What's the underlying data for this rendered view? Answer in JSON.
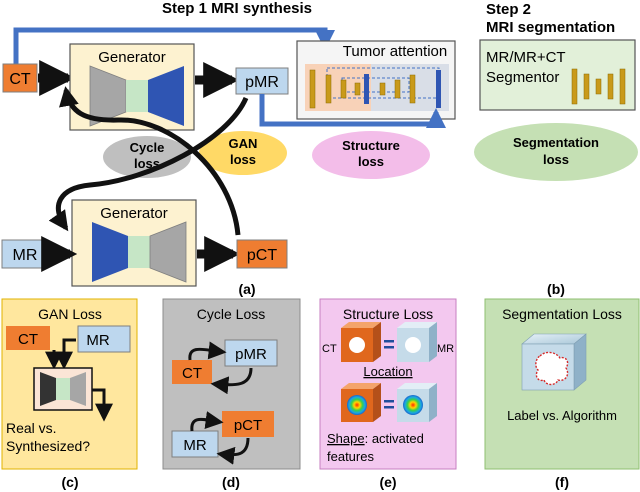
{
  "top": {
    "step1_title": "Step 1 MRI synthesis",
    "step2_title_line1": "Step 2",
    "step2_title_line2": "MRI segmentation",
    "ct": "CT",
    "mr": "MR",
    "generator": "Generator",
    "pmr": "pMR",
    "pct": "pCT",
    "tumor_attention": "Tumor attention",
    "cycle_loss": [
      "Cycle",
      "loss"
    ],
    "gan_loss": [
      "GAN",
      "loss"
    ],
    "structure_loss": [
      "Structure",
      "loss"
    ],
    "segmentor_line1": "MR/MR+CT",
    "segmentor_line2": "Segmentor",
    "segmentation_loss": [
      "Segmentation",
      "loss"
    ],
    "caption_a": "(a)",
    "caption_b": "(b)"
  },
  "panels": {
    "c": {
      "title": "GAN Loss",
      "ct": "CT",
      "mr": "MR",
      "text1": "Real vs.",
      "text2": "Synthesized?",
      "caption": "(c)"
    },
    "d": {
      "title": "Cycle Loss",
      "pmr": "pMR",
      "ct": "CT",
      "pct": "pCT",
      "mr": "MR",
      "caption": "(d)"
    },
    "e": {
      "title": "Structure Loss",
      "ct": "CT",
      "mr": "MR",
      "location": "Location",
      "shape": "Shape",
      "shape_rest": ": activated",
      "features": "features",
      "caption": "(e)"
    },
    "f": {
      "title": "Segmentation Loss",
      "label": "Label vs. Algorithm",
      "caption": "(f)"
    }
  },
  "colors": {
    "ct_box": "#ef7d31",
    "mr_box": "#bdd7ee",
    "generator_box": "#fdf2d0",
    "blue_arrow": "#4472c4",
    "encoder_blue": "#2f55b3",
    "bottleneck_green": "#c6e6c6",
    "gray_trap": "#a6a6a6",
    "bar_gold": "#c99a1a",
    "cycle_ellipse": "#bfbfbf",
    "gan_ellipse": "#ffd966",
    "structure_ellipse": "#f3bde9",
    "seg_ellipse": "#c5e0b4",
    "panel_c": "#ffe79e",
    "panel_d": "#bfbfbf",
    "panel_e": "#f3c8ef",
    "panel_f": "#c5e0b4"
  }
}
